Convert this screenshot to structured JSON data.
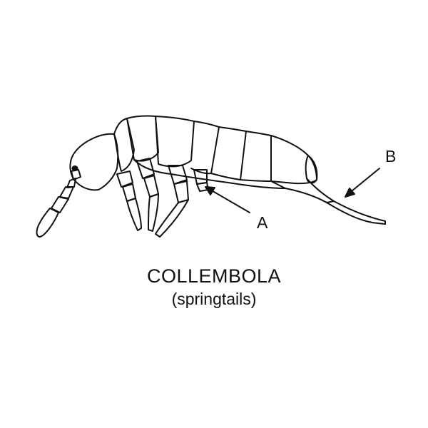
{
  "figure": {
    "subject": "springtail side view",
    "label_a": "A",
    "label_b": "B",
    "caption_title": "COLLEMBOLA",
    "caption_subtitle": "(springtails)"
  },
  "colors": {
    "ink": "#111111",
    "background": "#ffffff"
  }
}
